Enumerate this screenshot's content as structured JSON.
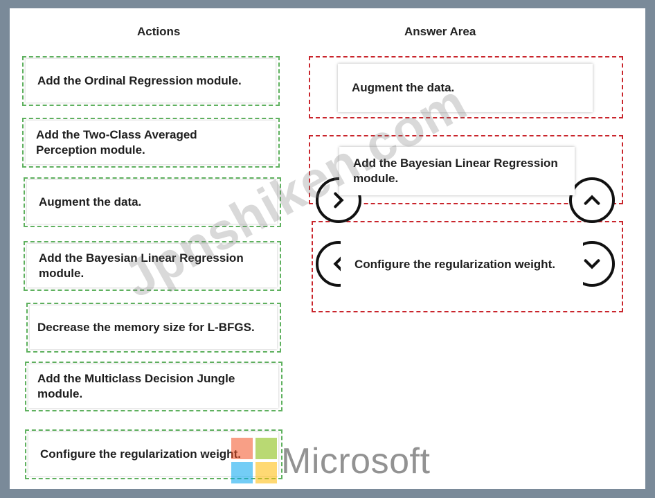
{
  "headings": {
    "actions": "Actions",
    "answer_area": "Answer Area"
  },
  "actions": [
    "Add the Ordinal Regression module.",
    "Add the Two-Class Averaged Perception module.",
    "Augment the data.",
    "Add the Bayesian Linear Regression module.",
    "Decrease the memory size for L-BFGS.",
    "Add the Multiclass Decision Jungle module.",
    "Configure the regularization weight."
  ],
  "answer_area": [
    "Augment the data.",
    "Add the Bayesian Linear Regression module.",
    "Configure the regularization weight."
  ],
  "controls": {
    "move_right_icon": "chevron-right-icon",
    "move_left_icon": "chevron-left-icon",
    "move_up_icon": "chevron-up-icon",
    "move_down_icon": "chevron-down-icon"
  },
  "watermark": "Jpnshiken.com",
  "brand": {
    "name": "Microsoft",
    "colors": [
      "#f25022",
      "#7fba00",
      "#00a4ef",
      "#ffb900"
    ]
  }
}
